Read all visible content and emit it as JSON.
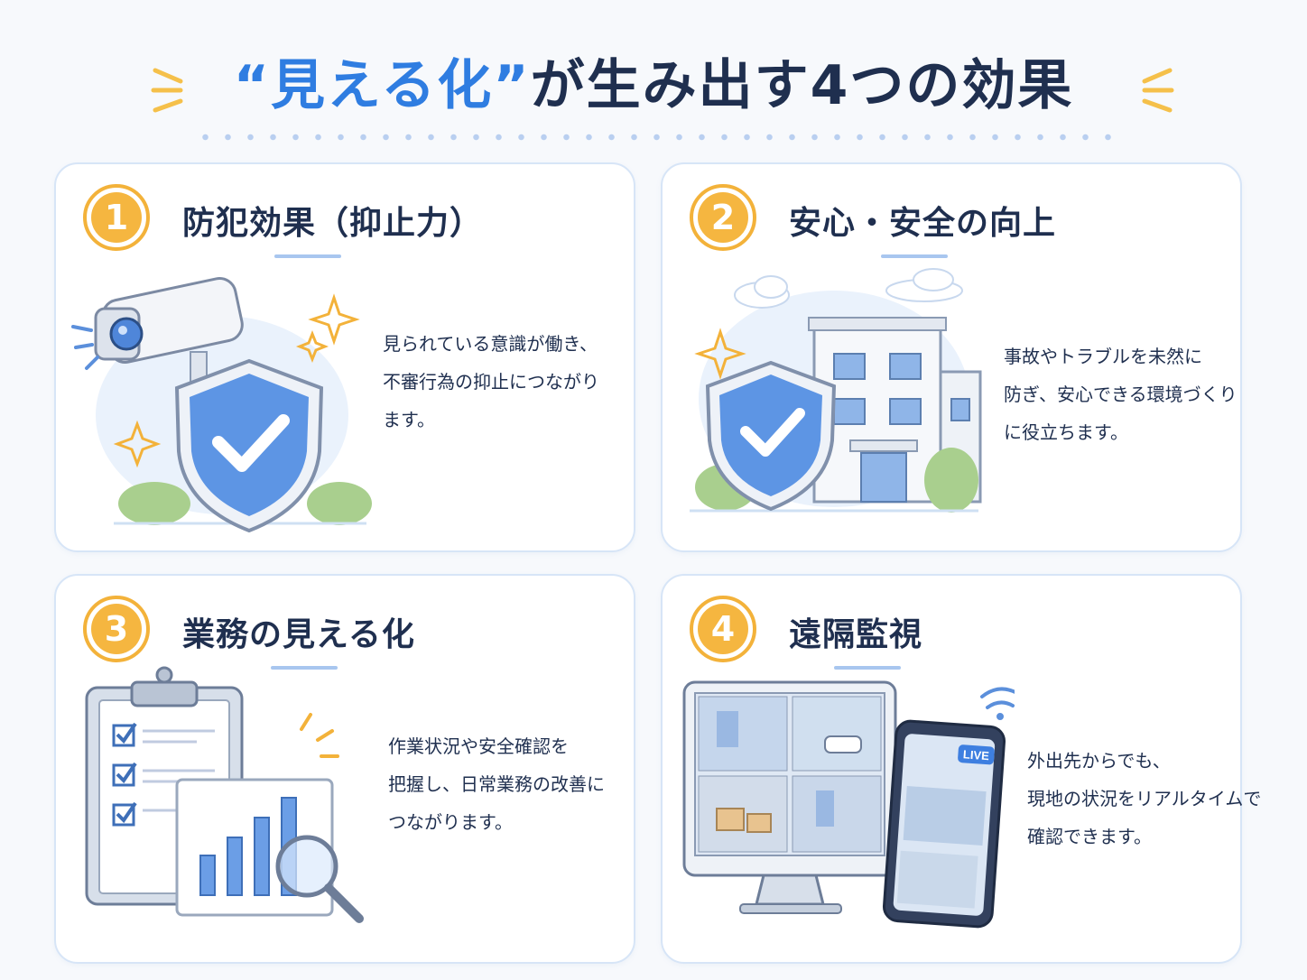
{
  "header": {
    "title_highlight": "“見える化”",
    "title_rest": "が生み出す4つの効果"
  },
  "colors": {
    "accent_blue": "#2f7de1",
    "badge_orange": "#f5b640",
    "navy_text": "#1f2f4f",
    "card_border": "#d7e5f7"
  },
  "cards": [
    {
      "number": "1",
      "title": "防犯効果（抑止力）",
      "lines": [
        "見られている意識が働き、",
        "不審行為の抑止につながり",
        "ます。"
      ],
      "illustration": "security-camera-shield"
    },
    {
      "number": "2",
      "title": "安心・安全の向上",
      "lines": [
        "事故やトラブルを未然に",
        "防ぎ、安心できる環境づくり",
        "に役立ちます。"
      ],
      "illustration": "building-shield"
    },
    {
      "number": "3",
      "title": "業務の見える化",
      "lines": [
        "作業状況や安全確認を",
        "把握し、日常業務の改善に",
        "つながります。"
      ],
      "illustration": "clipboard-chart-magnifier"
    },
    {
      "number": "4",
      "title": "遠隔監視",
      "lines": [
        "外出先からでも、",
        "現地の状況をリアルタイムで",
        "確認できます。"
      ],
      "illustration": "monitor-smartphone",
      "live_label": "LIVE"
    }
  ]
}
